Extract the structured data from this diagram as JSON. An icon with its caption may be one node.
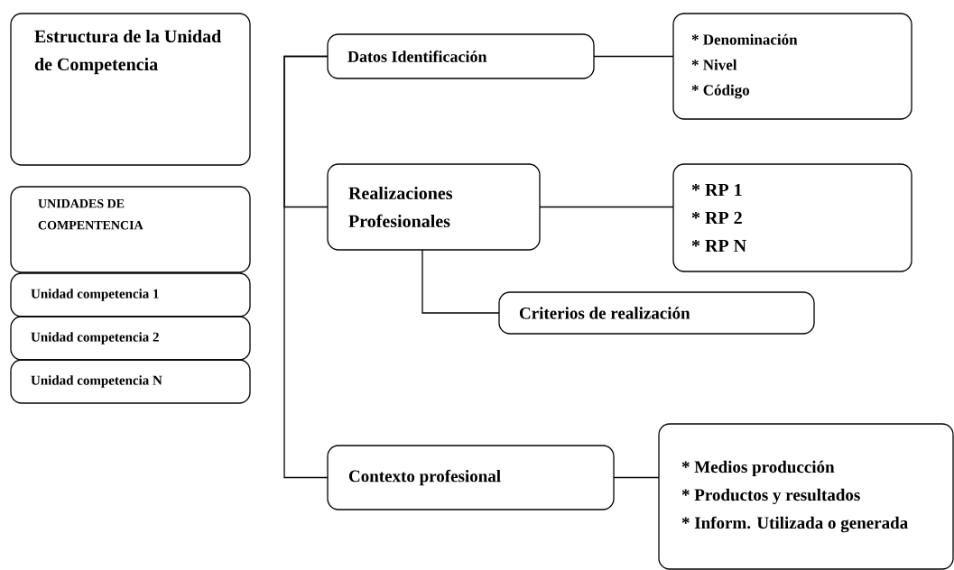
{
  "diagram": {
    "nodes": [
      {
        "text": [
          "Estructura de la Unidad de Competencia"
        ]
      },
      {
        "text": [
          "UNIDADES DE COMPENTENCIA"
        ]
      },
      {
        "text": [
          "Unidad competencia 1"
        ]
      },
      {
        "text": [
          "Unidad competencia 2"
        ]
      },
      {
        "text": [
          "Unidad competencia N"
        ]
      },
      {
        "text": [
          "Datos Identificación"
        ]
      },
      {
        "text": [
          "* Denominación",
          "* Nivel",
          "* Código"
        ]
      },
      {
        "text": [
          "Realizaciones Profesionales"
        ]
      },
      {
        "text": [
          "* RP 1",
          "* RP 2",
          "* RP N"
        ]
      },
      {
        "text": [
          "Criterios de realización"
        ]
      },
      {
        "text": [
          "Contexto profesional"
        ]
      },
      {
        "text": [
          "* Medios producción",
          "* Productos y resultados",
          "* Inform. Utilizada o generada"
        ]
      }
    ],
    "edges": [
      {
        "from": 5,
        "to": 7,
        "arrow": "none"
      },
      {
        "from": 5,
        "to": 10,
        "arrow": "none"
      },
      {
        "from": 5,
        "to": 6,
        "arrow": "none"
      },
      {
        "from": 7,
        "to": 8,
        "arrow": "none"
      },
      {
        "from": 7,
        "to": 9,
        "arrow": "none"
      },
      {
        "from": 10,
        "to": 11,
        "arrow": "none"
      }
    ]
  }
}
